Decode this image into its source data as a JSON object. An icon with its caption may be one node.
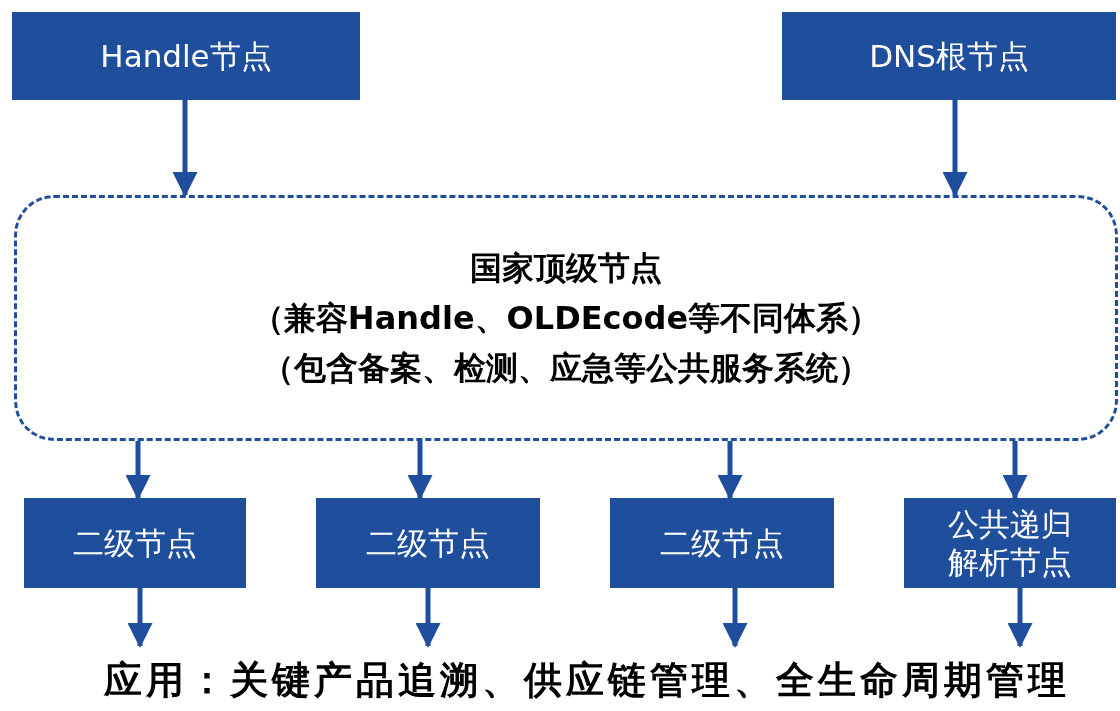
{
  "diagram": {
    "nodes": [
      {
        "text": [
          "Handle节点"
        ]
      },
      {
        "text": [
          "DNS根节点"
        ]
      },
      {
        "text": [
          "国家顶级节点",
          "（兼容Handle、OLDEcode等不同体系）",
          "（包含备案、检测、应急等公共服务系统）"
        ]
      },
      {
        "text": [
          "二级节点"
        ]
      },
      {
        "text": [
          "二级节点"
        ]
      },
      {
        "text": [
          "二级节点"
        ]
      },
      {
        "text": [
          "公共递归解析节点"
        ]
      },
      {
        "text": [
          "应用：关键产品追溯、供应链管理、全生命周期管理"
        ]
      }
    ],
    "edges": [
      {
        "from": 0,
        "to": 2,
        "arrow": "to"
      },
      {
        "from": 1,
        "to": 2,
        "arrow": "to"
      },
      {
        "from": 2,
        "to": 3,
        "arrow": "to"
      },
      {
        "from": 2,
        "to": 4,
        "arrow": "to"
      },
      {
        "from": 2,
        "to": 5,
        "arrow": "to"
      },
      {
        "from": 2,
        "to": 6,
        "arrow": "to"
      },
      {
        "from": 3,
        "to": 7,
        "arrow": "to"
      },
      {
        "from": 4,
        "to": 7,
        "arrow": "to"
      },
      {
        "from": 5,
        "to": 7,
        "arrow": "to"
      },
      {
        "from": 6,
        "to": 7,
        "arrow": "to"
      }
    ]
  }
}
